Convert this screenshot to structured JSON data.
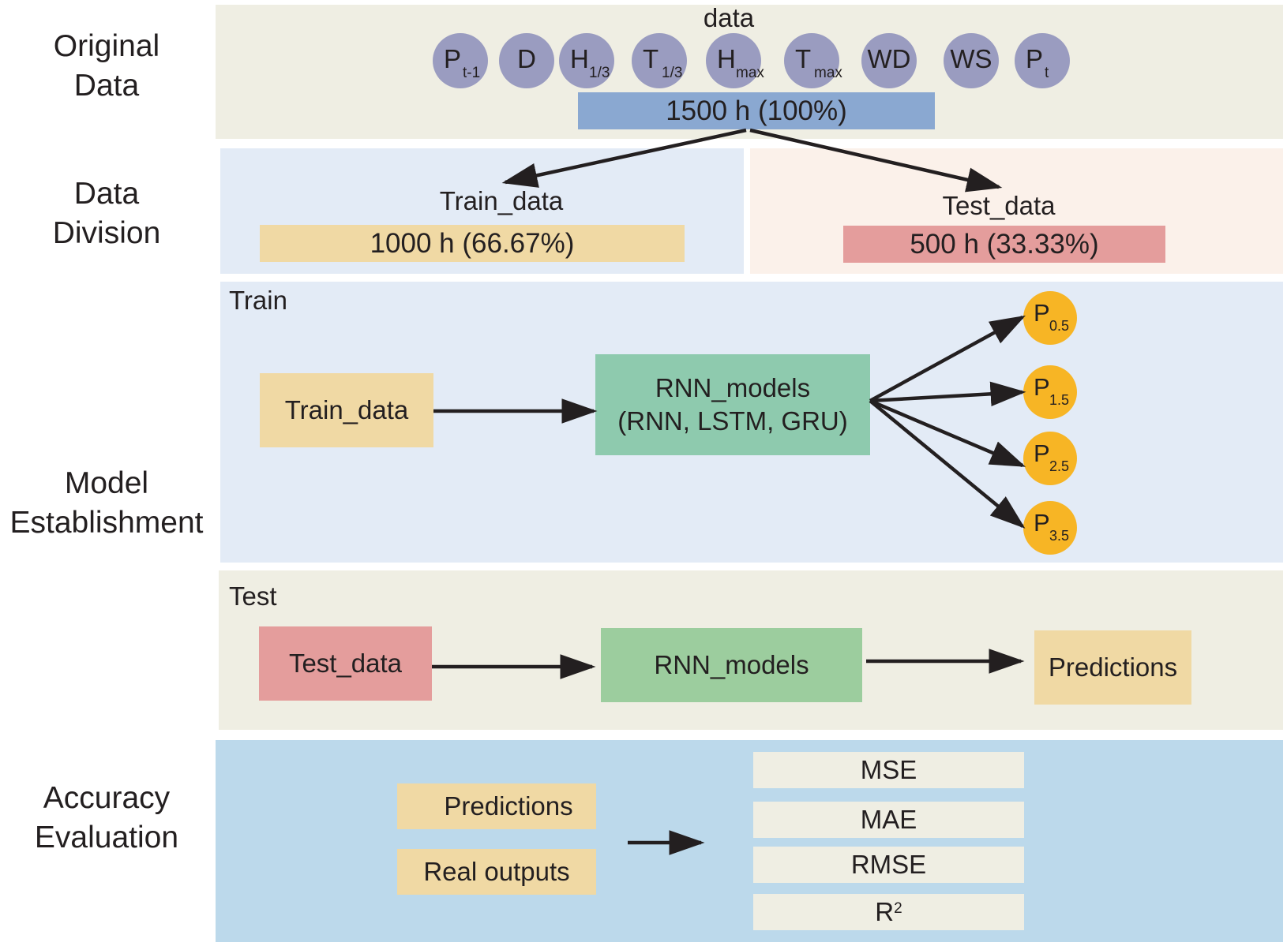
{
  "stages": {
    "original": [
      "Original",
      "Data"
    ],
    "division": [
      "Data",
      "Division"
    ],
    "establishment": [
      "Model",
      "Establishment"
    ],
    "evaluation": [
      "Accuracy",
      "Evaluation"
    ]
  },
  "original_data": {
    "title": "data",
    "variables": [
      {
        "main": "P",
        "sub": "t-1"
      },
      {
        "main": "D",
        "sub": ""
      },
      {
        "main": "H",
        "sub": "1/3"
      },
      {
        "main": "T",
        "sub": "1/3"
      },
      {
        "main": "H",
        "sub": "max"
      },
      {
        "main": "T",
        "sub": "max"
      },
      {
        "main": "WD",
        "sub": ""
      },
      {
        "main": "WS",
        "sub": ""
      },
      {
        "main": "P",
        "sub": "t"
      }
    ],
    "total_label": "1500 h (100%)"
  },
  "division": {
    "train_title": "Train_data",
    "train_value": "1000 h (66.67%)",
    "test_title": "Test_data",
    "test_value": "500 h (33.33%)"
  },
  "train": {
    "section_label": "Train",
    "input": "Train_data",
    "model_line1": "RNN_models",
    "model_line2": "(RNN, LSTM, GRU)",
    "outputs": [
      {
        "main": "P",
        "sub": "0.5"
      },
      {
        "main": "P",
        "sub": "1.5"
      },
      {
        "main": "P",
        "sub": "2.5"
      },
      {
        "main": "P",
        "sub": "3.5"
      }
    ]
  },
  "test": {
    "section_label": "Test",
    "input": "Test_data",
    "model": "RNN_models",
    "output": "Predictions"
  },
  "evaluation": {
    "inputs": [
      "Predictions",
      "Real outputs"
    ],
    "metrics": [
      "MSE",
      "MAE",
      "RMSE"
    ],
    "r2_main": "R",
    "r2_sup": "2"
  },
  "colors": {
    "original_bg": "#efeee3",
    "train_panel_bg": "#e3ebf6",
    "test_split_bg": "#fbf1ea",
    "test_panel_bg": "#efeee3",
    "eval_bg": "#bcd9eb",
    "total_bar": "#8aa8d1",
    "train_box": "#f0d9a4",
    "test_box": "#e49d9c",
    "model_box": "#8ecaae",
    "test_model_box": "#9ccd9e",
    "predictions_box": "#f0d9a4",
    "metric_box": "#efeee3",
    "variable_circle": "#9a9cc0",
    "output_circle": "#f7b525",
    "arrow": "#231f20"
  }
}
